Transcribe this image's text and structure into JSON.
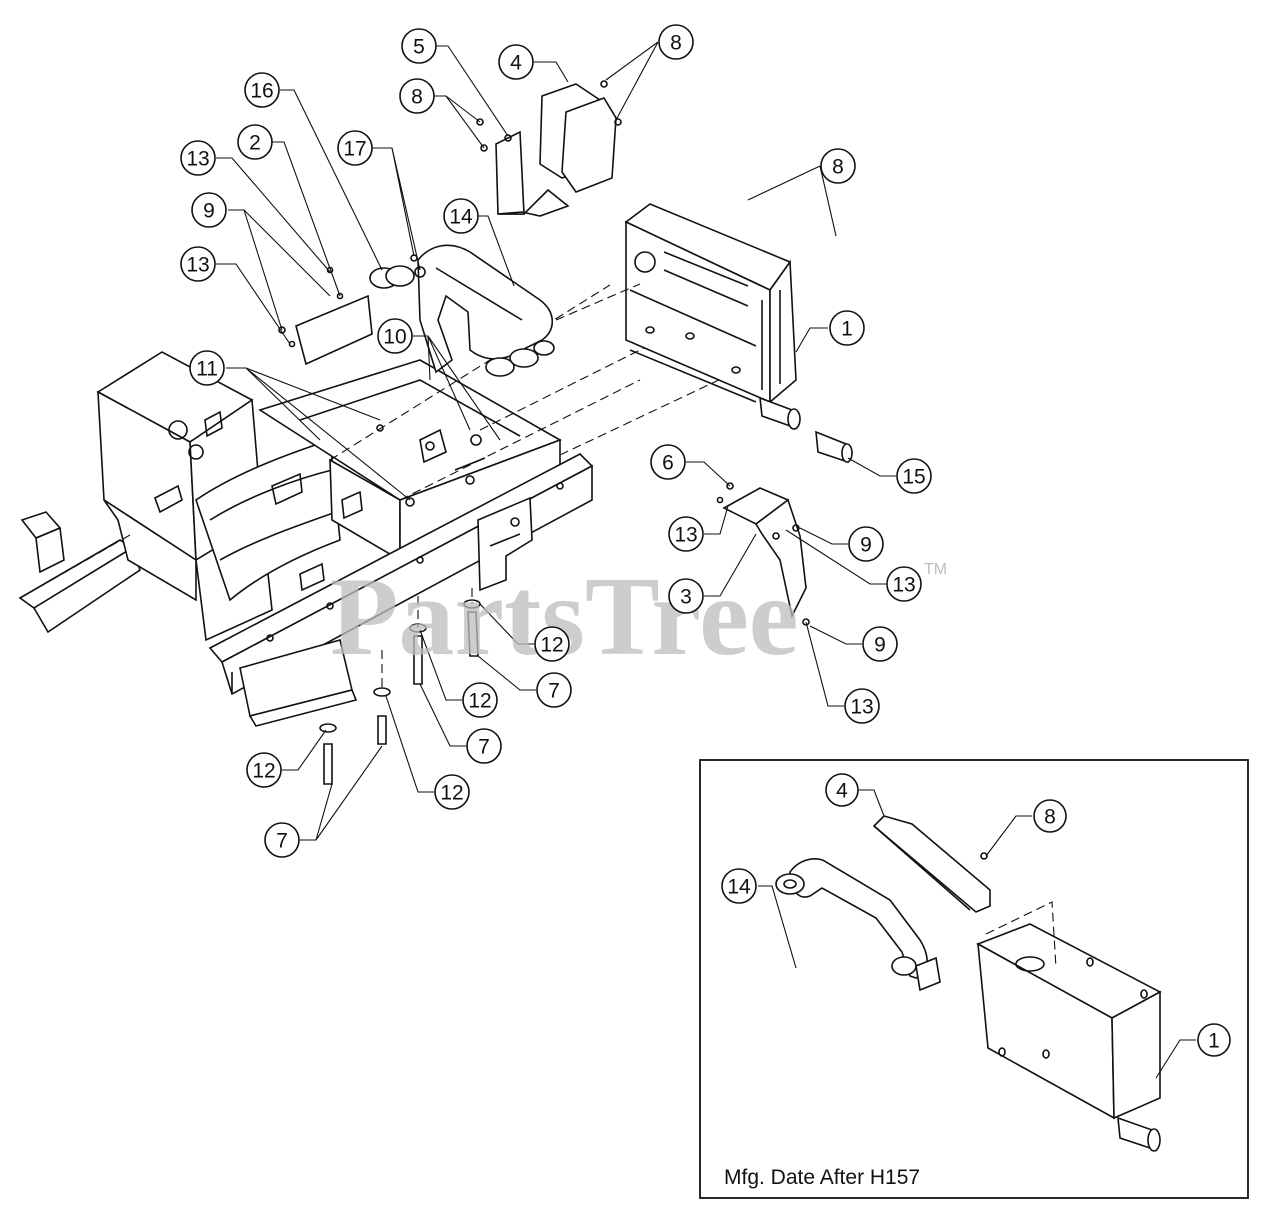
{
  "watermark": {
    "text": "PartsTree",
    "trademark": "TM"
  },
  "inset": {
    "caption": "Mfg. Date After H157"
  },
  "callouts": [
    {
      "name": "callout-5",
      "label": "5"
    },
    {
      "name": "callout-4",
      "label": "4"
    },
    {
      "name": "callout-8-top",
      "label": "8"
    },
    {
      "name": "callout-8-left",
      "label": "8"
    },
    {
      "name": "callout-16",
      "label": "16"
    },
    {
      "name": "callout-2",
      "label": "2"
    },
    {
      "name": "callout-17",
      "label": "17"
    },
    {
      "name": "callout-13-a",
      "label": "13"
    },
    {
      "name": "callout-8-right",
      "label": "8"
    },
    {
      "name": "callout-9-a",
      "label": "9"
    },
    {
      "name": "callout-14",
      "label": "14"
    },
    {
      "name": "callout-13-b",
      "label": "13"
    },
    {
      "name": "callout-1",
      "label": "1"
    },
    {
      "name": "callout-10",
      "label": "10"
    },
    {
      "name": "callout-11",
      "label": "11"
    },
    {
      "name": "callout-6",
      "label": "6"
    },
    {
      "name": "callout-15",
      "label": "15"
    },
    {
      "name": "callout-13-c",
      "label": "13"
    },
    {
      "name": "callout-9-b",
      "label": "9"
    },
    {
      "name": "callout-13-d",
      "label": "13"
    },
    {
      "name": "callout-3",
      "label": "3"
    },
    {
      "name": "callout-9-c",
      "label": "9"
    },
    {
      "name": "callout-12-a",
      "label": "12"
    },
    {
      "name": "callout-7-a",
      "label": "7"
    },
    {
      "name": "callout-12-b",
      "label": "12"
    },
    {
      "name": "callout-13-e",
      "label": "13"
    },
    {
      "name": "callout-7-b",
      "label": "7"
    },
    {
      "name": "callout-12-c",
      "label": "12"
    },
    {
      "name": "callout-12-d",
      "label": "12"
    },
    {
      "name": "callout-7-c",
      "label": "7"
    },
    {
      "name": "callout-4-inset",
      "label": "4"
    },
    {
      "name": "callout-8-inset",
      "label": "8"
    },
    {
      "name": "callout-14-inset",
      "label": "14"
    },
    {
      "name": "callout-1-inset",
      "label": "1"
    }
  ]
}
